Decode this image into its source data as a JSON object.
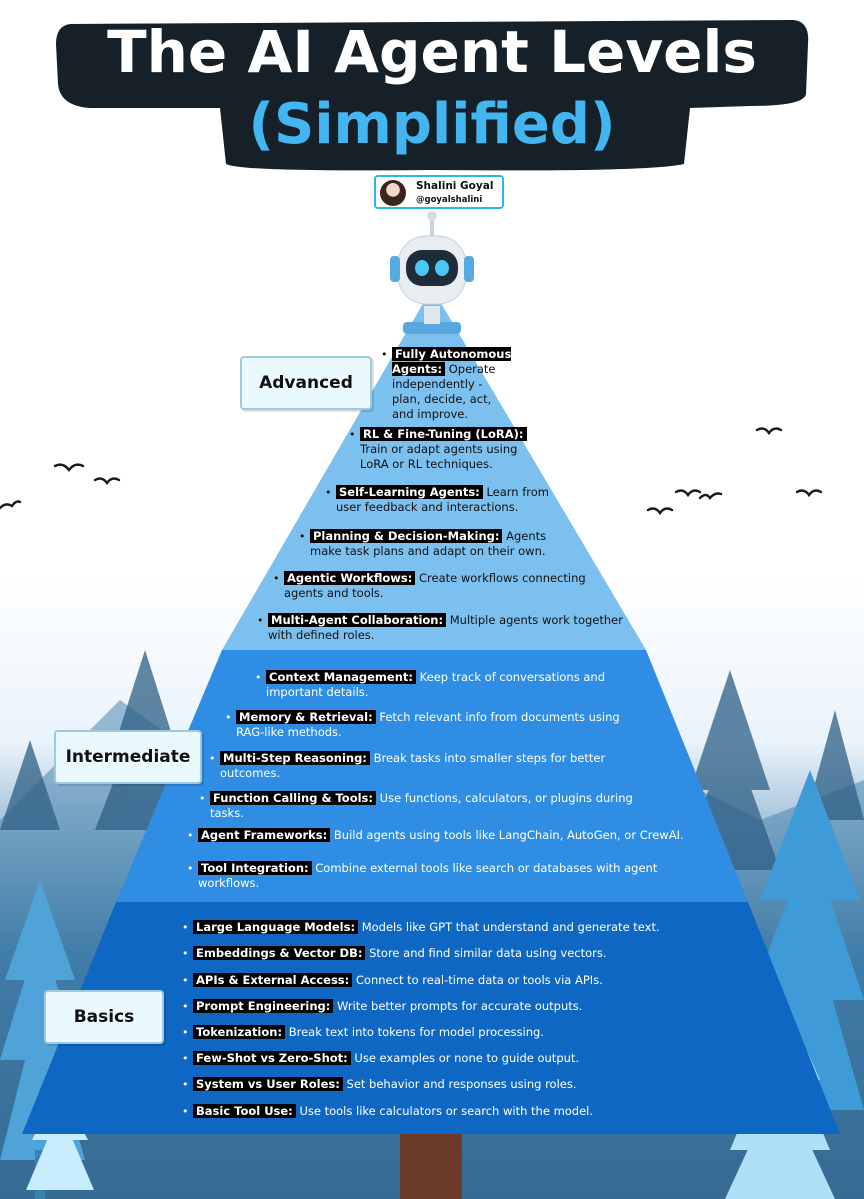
{
  "title": {
    "line1": "The AI Agent Levels",
    "line2": "(Simplified)"
  },
  "author": {
    "name": "Shalini Goyal",
    "handle": "@goyalshalini"
  },
  "levels": {
    "advanced": {
      "label": "Advanced",
      "items": [
        {
          "key": "Fully Autonomous Agents:",
          "text": "Operate independently - plan, decide, act, and improve."
        },
        {
          "key": "RL & Fine-Tuning (LoRA):",
          "text": "Train or adapt agents using LoRA or RL techniques."
        },
        {
          "key": "Self-Learning Agents:",
          "text": "Learn from user feedback and interactions."
        },
        {
          "key": "Planning & Decision-Making:",
          "text": "Agents make task plans and adapt on their own."
        },
        {
          "key": "Agentic Workflows:",
          "text": "Create workflows connecting agents and tools."
        },
        {
          "key": "Multi-Agent Collaboration:",
          "text": "Multiple agents work together with defined roles."
        }
      ]
    },
    "intermediate": {
      "label": "Intermediate",
      "items": [
        {
          "key": "Context Management:",
          "text": "Keep track of conversations and important details."
        },
        {
          "key": "Memory & Retrieval:",
          "text": "Fetch relevant info from documents using RAG-like methods."
        },
        {
          "key": "Multi-Step Reasoning:",
          "text": "Break tasks into smaller steps for better outcomes."
        },
        {
          "key": "Function Calling & Tools:",
          "text": "Use functions, calculators, or plugins during tasks."
        },
        {
          "key": "Agent Frameworks:",
          "text": "Build agents using tools like LangChain, AutoGen, or CrewAI."
        },
        {
          "key": "Tool Integration:",
          "text": "Combine external tools like search or databases with agent workflows."
        }
      ]
    },
    "basics": {
      "label": "Basics",
      "items": [
        {
          "key": "Large Language Models:",
          "text": "Models like GPT that understand and generate text."
        },
        {
          "key": "Embeddings & Vector DB:",
          "text": "Store and find similar data using vectors."
        },
        {
          "key": "APIs & External Access:",
          "text": "Connect to real-time data or tools via APIs."
        },
        {
          "key": "Prompt Engineering:",
          "text": "Write better prompts for accurate outputs."
        },
        {
          "key": "Tokenization:",
          "text": "Break text into tokens for model processing."
        },
        {
          "key": "Few-Shot vs Zero-Shot:",
          "text": "Use examples or none to guide output."
        },
        {
          "key": "System vs User Roles:",
          "text": "Set behavior and responses using roles."
        },
        {
          "key": "Basic Tool Use:",
          "text": "Use tools like calculators or search with the model."
        }
      ]
    }
  },
  "colors": {
    "advanced": "#7cc0f0",
    "intermediate": "#2f8ee4",
    "basics": "#0f67c4",
    "title_bg": "#152029",
    "title_accent": "#43b6f2"
  },
  "icons": [
    "robot-icon",
    "bird-icon",
    "tree-icon",
    "avatar"
  ]
}
